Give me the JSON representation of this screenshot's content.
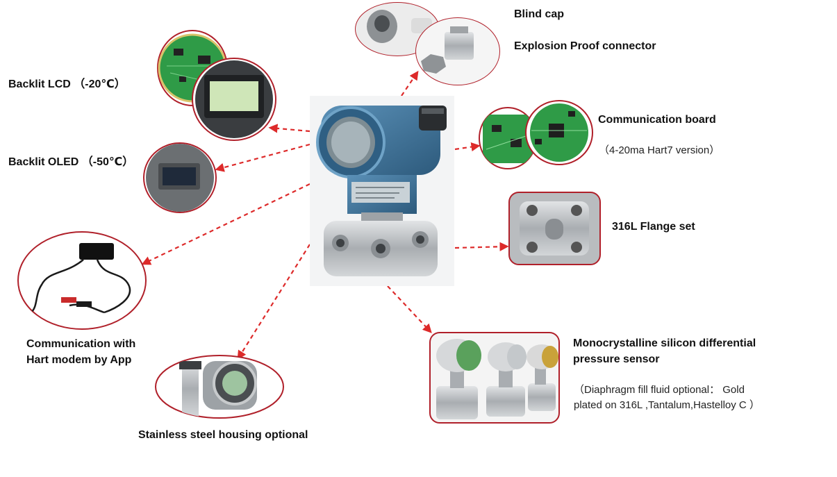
{
  "labels": {
    "blind_cap": "Blind cap",
    "explosion_proof_connector": "Explosion Proof connector",
    "backlit_lcd": "Backlit LCD （-20℃）",
    "backlit_oled": "Backlit OLED （-50℃）",
    "communication_board": "Communication board",
    "communication_board_note": "（4-20ma Hart7 version）",
    "flange_set": "316L Flange set",
    "hart_modem_line1": "Communication with",
    "hart_modem_line2": "Hart modem by App",
    "sensor_line1": "Monocrystalline silicon differential",
    "sensor_line2": "pressure sensor",
    "sensor_note_line1": "（Diaphragm fill fluid optional： Gold",
    "sensor_note_line2": "plated on 316L ,Tantalum,Hastelloy C ）",
    "stainless_housing": "Stainless steel housing optional"
  },
  "colors": {
    "arrow": "#dd2a2a",
    "callout_border": "#b0202a",
    "housing_blue": "#3a6f96",
    "steel": "#b9bcbf",
    "pcb_green": "#2f9b47",
    "display_panel": "#cfe6b8"
  },
  "icons": {
    "transmitter": "pressure-transmitter-image",
    "lcd": "lcd-display-image",
    "oled": "oled-display-image",
    "connectors": "cable-gland-image",
    "board": "circuit-board-image",
    "flange": "flange-image",
    "modem": "hart-modem-image",
    "housing": "steel-housing-image",
    "sensor": "sensor-capsule-image"
  }
}
